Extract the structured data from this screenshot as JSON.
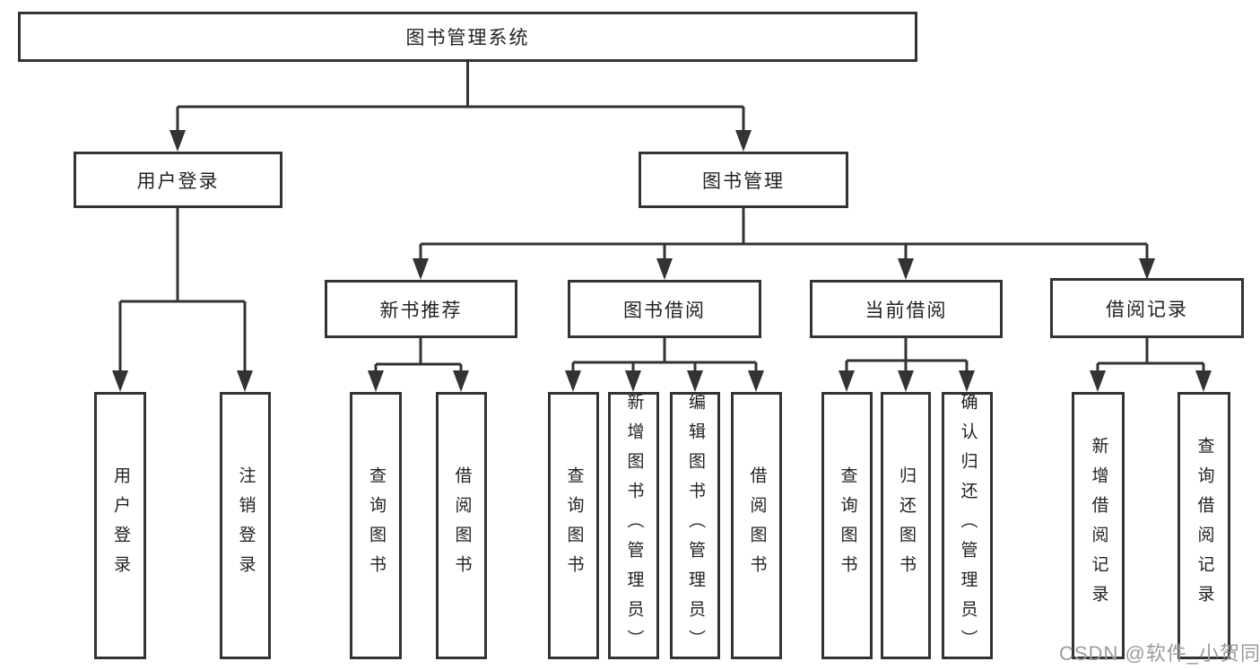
{
  "diagram": {
    "root": {
      "label": "图书管理系统"
    },
    "branches": {
      "user": {
        "label": "用户登录",
        "children": [
          "用户登录",
          "注销登录"
        ]
      },
      "book": {
        "label": "图书管理",
        "sections": [
          {
            "label": "新书推荐",
            "children": [
              "查询图书",
              "借阅图书"
            ]
          },
          {
            "label": "图书借阅",
            "children": [
              "查询图书",
              "新增图书（管理员）",
              "编辑图书（管理员）",
              "借阅图书"
            ]
          },
          {
            "label": "当前借阅",
            "children": [
              "查询图书",
              "归还图书",
              "确认归还（管理员）"
            ]
          },
          {
            "label": "借阅记录",
            "children": [
              "新增借阅记录",
              "查询借阅记录"
            ]
          }
        ]
      }
    }
  },
  "watermark": {
    "text": "CSDN @软件_小贺同学",
    "color": "#9b9b9b"
  },
  "colors": {
    "line": "#333333",
    "box_border": "#333333",
    "text": "#222222",
    "background": "#ffffff"
  }
}
